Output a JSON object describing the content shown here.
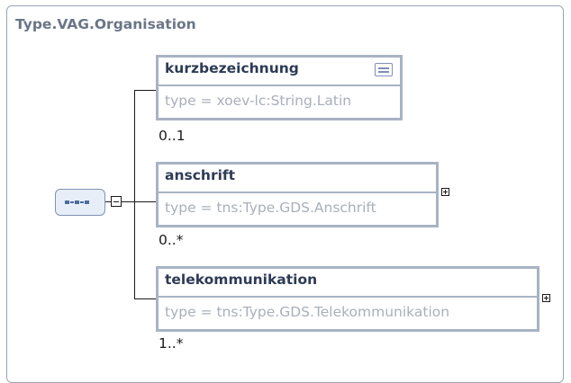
{
  "diagram": {
    "title": "Type.VAG.Organisation",
    "elements": [
      {
        "name": "kurzbezeichnung",
        "type": "type = xoev-lc:String.Latin",
        "cardinality": "0..1",
        "has_docs": true,
        "expandable": false
      },
      {
        "name": "anschrift",
        "type": "type = tns:Type.GDS.Anschrift",
        "cardinality": "0..*",
        "has_docs": false,
        "expandable": true
      },
      {
        "name": "telekommunikation",
        "type": "type = tns:Type.GDS.Telekommunikation",
        "cardinality": "1..*",
        "has_docs": false,
        "expandable": true
      }
    ],
    "compositor": "sequence",
    "colors": {
      "border": "#a8b3c4",
      "name": "#2d3b56",
      "type": "#a9afba",
      "title": "#6a7587",
      "compositor_fill": "#e8eef7"
    }
  }
}
